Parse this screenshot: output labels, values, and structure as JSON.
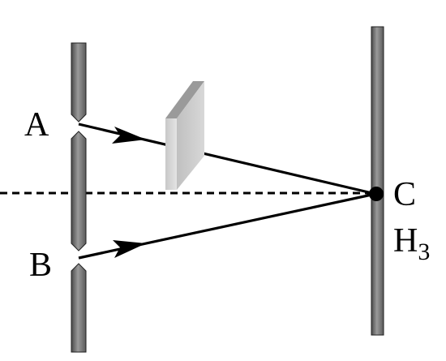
{
  "diagram": {
    "labels": {
      "a": "A",
      "b": "B",
      "c": "C",
      "h_main": "H",
      "h_sub": "3"
    }
  },
  "colors": {
    "screen_fill": "#6e6e6e",
    "screen_highlight": "#b5b5b5",
    "plate_front": "#d2d2d2",
    "plate_top": "#9a9a9a",
    "plate_side": "#b8b8b8",
    "ink": "#000000"
  }
}
